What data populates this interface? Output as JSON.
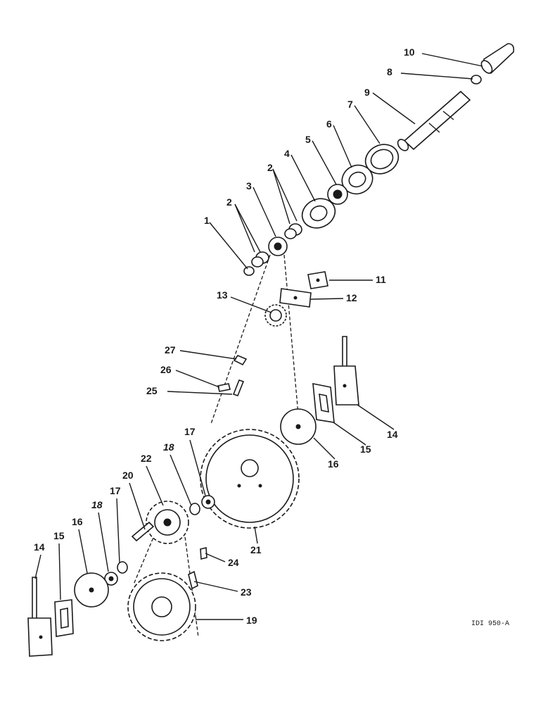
{
  "reference": "IDI 950-A",
  "callouts": {
    "c1": "1",
    "c2a": "2",
    "c2b": "2",
    "c3": "3",
    "c4": "4",
    "c5": "5",
    "c6": "6",
    "c7": "7",
    "c8": "8",
    "c9": "9",
    "c10": "10",
    "c11": "11",
    "c12": "12",
    "c13": "13",
    "c14a": "14",
    "c14b": "14",
    "c15a": "15",
    "c15b": "15",
    "c16a": "16",
    "c16b": "16",
    "c17a": "17",
    "c17b": "17",
    "c18a": "18",
    "c18b": "18",
    "c19": "19",
    "c20": "20",
    "c21": "21",
    "c22": "22",
    "c23": "23",
    "c24": "24",
    "c25": "25",
    "c26": "26",
    "c27": "27"
  }
}
